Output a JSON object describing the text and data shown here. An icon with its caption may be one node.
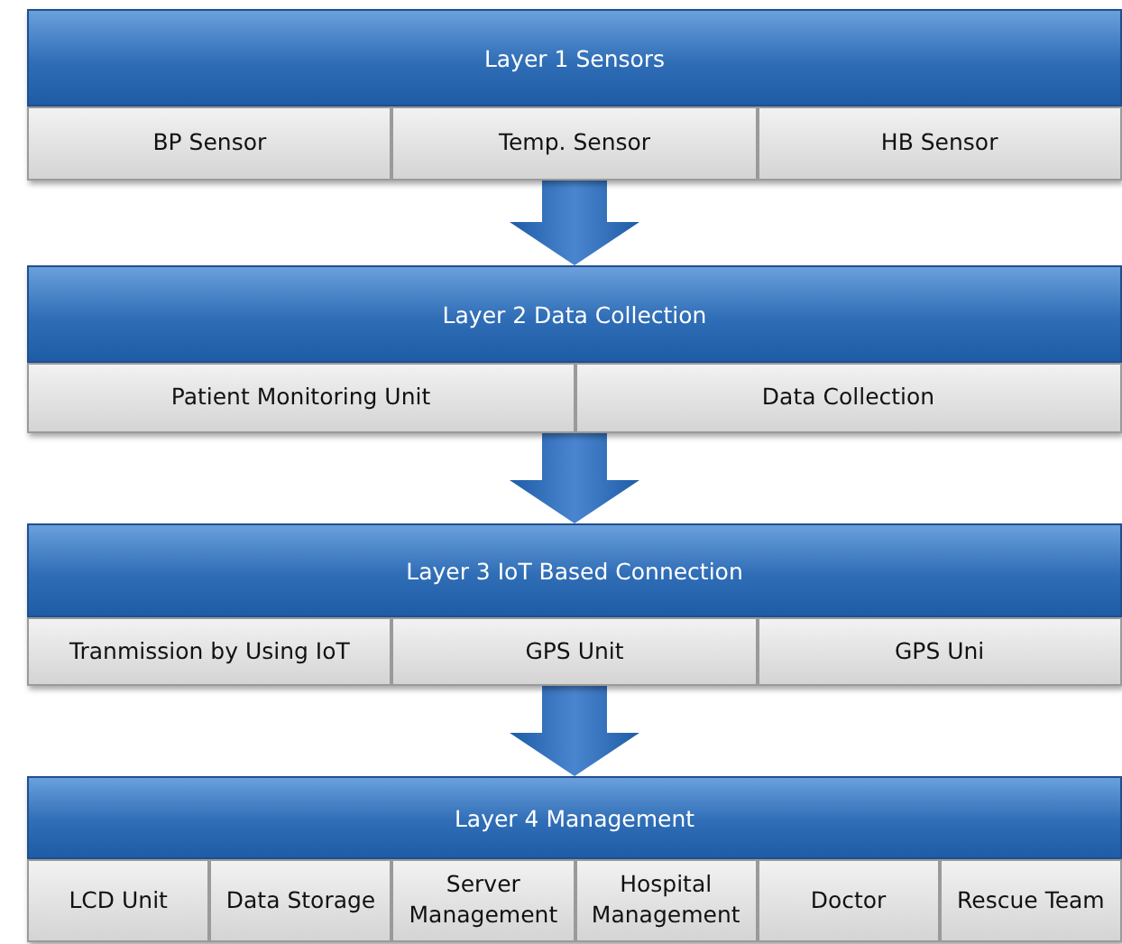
{
  "diagram": {
    "nodes": [
      {
        "text": [
          "Layer 1 Sensors"
        ]
      },
      {
        "text": [
          "BP Sensor"
        ],
        "in": 0
      },
      {
        "text": [
          "Temp. Sensor"
        ],
        "in": 0
      },
      {
        "text": [
          "HB Sensor"
        ],
        "in": 0
      },
      {
        "text": [
          "Layer 2 Data Collection"
        ]
      },
      {
        "text": [
          "Patient Monitoring Unit"
        ],
        "in": 4
      },
      {
        "text": [
          "Data Collection"
        ],
        "in": 4
      },
      {
        "text": [
          "Layer 3 IoT Based Connection"
        ]
      },
      {
        "text": [
          "Tranmission by Using IoT"
        ],
        "in": 7
      },
      {
        "text": [
          "GPS Unit"
        ],
        "in": 7
      },
      {
        "text": [
          "GPS Uni"
        ],
        "in": 7
      },
      {
        "text": [
          "Layer 4 Management"
        ]
      },
      {
        "text": [
          "LCD Unit"
        ],
        "in": 11
      },
      {
        "text": [
          "Data Storage"
        ],
        "in": 11
      },
      {
        "text": [
          "Server Management"
        ],
        "in": 11
      },
      {
        "text": [
          "Hospital Management"
        ],
        "in": 11
      },
      {
        "text": [
          "Doctor"
        ],
        "in": 11
      },
      {
        "text": [
          "Rescue Team"
        ],
        "in": 11
      }
    ],
    "edges": [
      {
        "from": 0,
        "to": 4,
        "arrow": "to",
        "style": "thick"
      },
      {
        "from": 4,
        "to": 7,
        "arrow": "to",
        "style": "thick"
      },
      {
        "from": 7,
        "to": 11,
        "arrow": "to",
        "style": "thick"
      }
    ]
  }
}
